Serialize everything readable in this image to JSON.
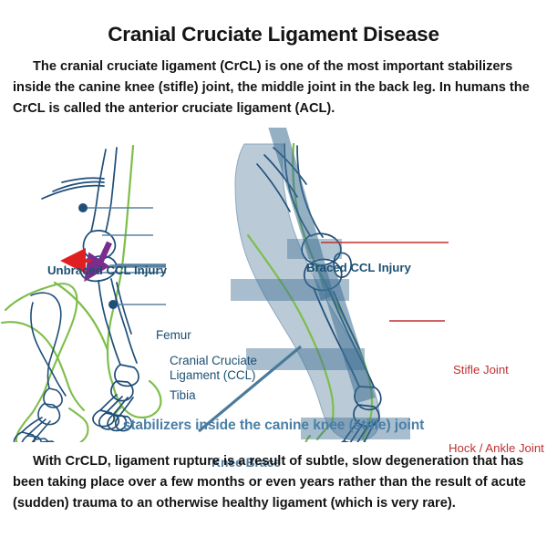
{
  "page": {
    "title": "Cranial Cruciate Ligament Disease",
    "intro_paragraph": "The cranial cruciate ligament (CrCL) is one of the most important stabilizers inside the canine knee (stifle) joint, the middle joint in the back leg. In humans the CrCL is called the anterior cruciate ligament (ACL).",
    "outro_paragraph": "With CrCLD, ligament rupture is a result of subtle, slow degeneration that has been taking place over a few months or even years rather than the result of acute (sudden) trauma to an otherwise healthy ligament (which is very rare).",
    "blue_caption": "stabilizers inside the canine knee (stifle) joint"
  },
  "figure": {
    "left_panel": {
      "heading": "Unbraced CCL Injury",
      "labels": [
        {
          "text": "Femur"
        },
        {
          "text": "Cranial Cruciate"
        },
        {
          "text": "Ligament (CCL)"
        },
        {
          "text": "Tibia"
        }
      ]
    },
    "right_panel": {
      "heading": "Braced CCL Injury",
      "labels": [
        {
          "text": "Stifle Joint"
        },
        {
          "text": "Hock / Ankle Joint"
        }
      ],
      "brace_label": "Knee Brace"
    }
  },
  "colors": {
    "text_black": "#141414",
    "heading_navy": "#1b4f72",
    "label_navy": "#1b4f72",
    "label_red": "#bf3030",
    "caption_blue": "#4a7fa5",
    "brace_label_blue": "#4a7a9b",
    "bone_outline": "#1f4e79",
    "body_outline_green": "#7dbe4a",
    "ligament_purple": "#7b2d8e",
    "arrow_red": "#e02020",
    "brace_fill": "#8fa9bf",
    "brace_strap": "#3e6f92",
    "leader_line": "#5b82a0"
  }
}
